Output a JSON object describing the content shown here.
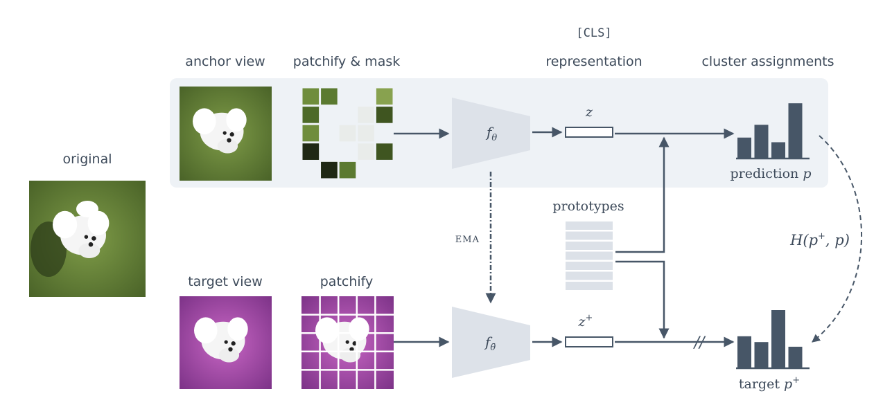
{
  "labels": {
    "original": "original",
    "anchor_view": "anchor view",
    "patchify_mask": "patchify & mask",
    "cls_token": "[CLS]",
    "representation": "representation",
    "cluster_assignments": "cluster assignments",
    "target_view": "target view",
    "patchify": "patchify",
    "prototypes": "prototypes",
    "ema": "EMA",
    "z_base": "z",
    "z_plus_base": "z",
    "z_plus_sup": "+",
    "f_base": "f",
    "f_sub": "θ",
    "f_target_sub": "θ̄",
    "prediction_text": "prediction",
    "prediction_var": "p",
    "target_text": "target",
    "target_var": "p",
    "target_sup": "+",
    "loss_prefix": "H(p",
    "loss_sup": "+",
    "loss_suffix": ", p)",
    "stop_grad": "//"
  },
  "prediction_bars": [
    0.36,
    0.58,
    0.28,
    0.95
  ],
  "target_bars": [
    0.55,
    0.45,
    1.0,
    0.37
  ],
  "prototype_rows": 7,
  "colors": {
    "ink": "#475667",
    "panel": "#eef2f6",
    "encoder": "#dde2e9",
    "prototype": "#dce1e8",
    "grass": "#6c8a3a",
    "grass_dark": "#3e5522",
    "purple": "#b14fb3",
    "purple_dark": "#6a2a76",
    "dog": "#f4f4f4"
  }
}
